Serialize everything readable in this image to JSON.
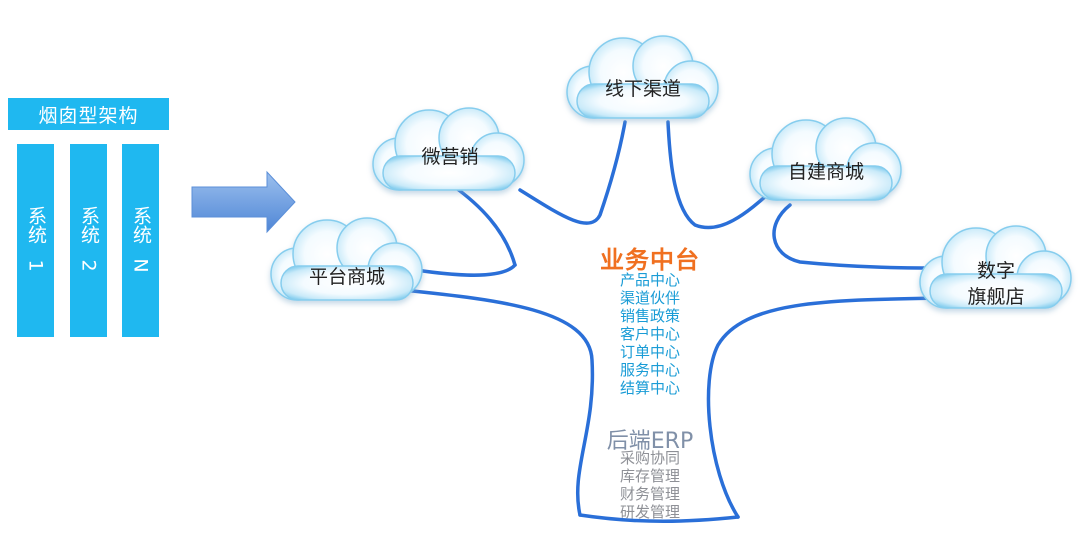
{
  "left": {
    "title": "烟囱型架构",
    "systems": [
      {
        "name": "系统",
        "num": "1"
      },
      {
        "name": "系统",
        "num": "2"
      },
      {
        "name": "系统",
        "num": "N"
      }
    ]
  },
  "clouds": {
    "platform": "平台商城",
    "wechat": "微营销",
    "offline": "线下渠道",
    "self_mall": "自建商城",
    "digital_1": "数字",
    "digital_2": "旗舰店"
  },
  "middle": {
    "title": "业务中台",
    "items": [
      "产品中心",
      "渠道伙伴",
      "销售政策",
      "客户中心",
      "订单中心",
      "服务中心",
      "结算中心"
    ]
  },
  "erp": {
    "title": "后端ERP",
    "items": [
      "采购协同",
      "库存管理",
      "财务管理",
      "研发管理"
    ]
  },
  "colors": {
    "system_blue": "#1fb8f0",
    "branch_blue": "#2a6fd8",
    "middle_orange": "#f07020",
    "middle_text_blue": "#1a9cd6",
    "erp_gray": "#8e9096"
  }
}
